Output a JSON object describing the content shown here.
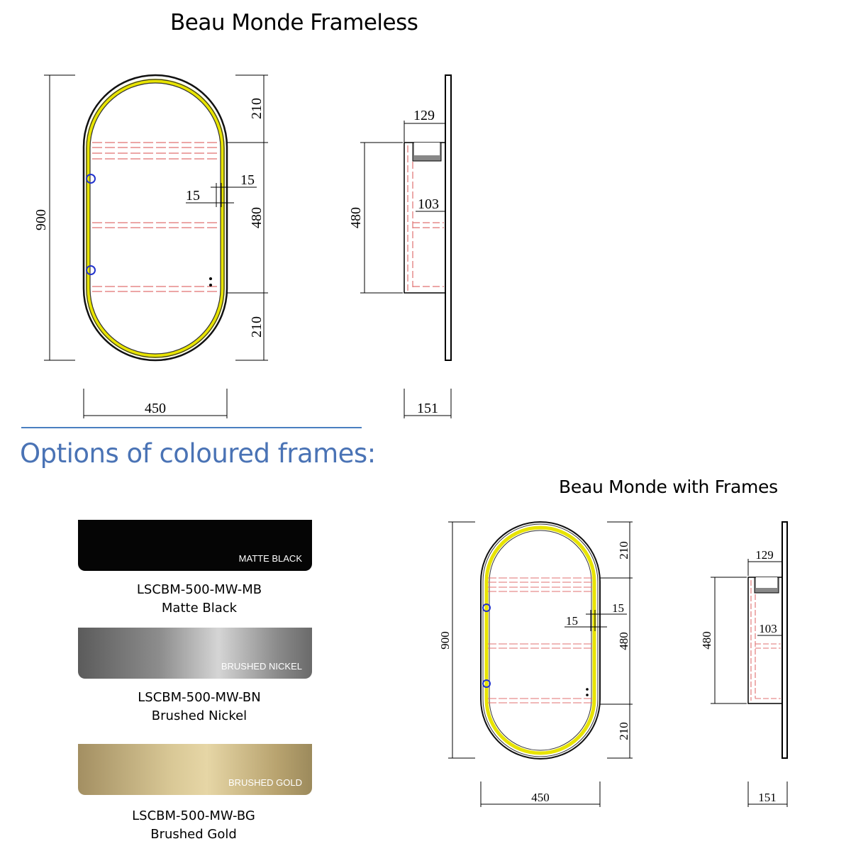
{
  "titles": {
    "frameless": "Beau Monde Frameless",
    "options": "Options of coloured frames:",
    "with_frames": "Beau Monde with Frames"
  },
  "dimensions": {
    "height_total": "900",
    "top_radius": "210",
    "middle": "480",
    "bottom_radius": "210",
    "width": "450",
    "inset_left": "15",
    "inset_right": "15",
    "depth_top": "129",
    "depth_inner": "103",
    "side_height": "480",
    "depth_total": "151"
  },
  "finishes": [
    {
      "swatch_label": "MATTE BLACK",
      "code": "LSCBM-500-MW-MB",
      "name": "Matte Black",
      "color": "#050505"
    },
    {
      "swatch_label": "BRUSHED NICKEL",
      "code": "LSCBM-500-MW-BN",
      "name": "Brushed Nickel",
      "color": "#9a9a9a"
    },
    {
      "swatch_label": "BRUSHED GOLD",
      "code": "LSCBM-500-MW-BG",
      "name": "Brushed Gold",
      "color": "#cdb987"
    }
  ],
  "colors": {
    "led": "#f2ea00",
    "options_text": "#4a73b5",
    "divider": "#4a7fc0",
    "hidden_line": "#e07070"
  }
}
